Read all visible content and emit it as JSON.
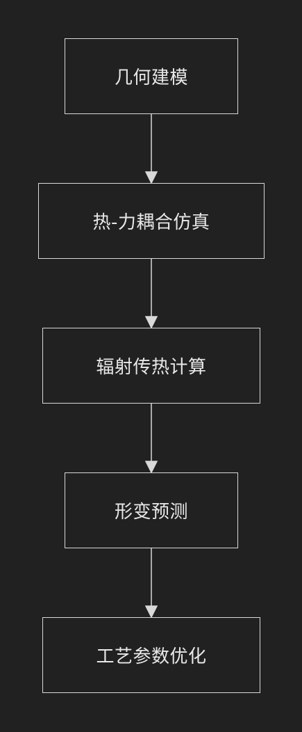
{
  "diagram": {
    "type": "flowchart",
    "direction": "top-to-bottom",
    "colors": {
      "background": "#212121",
      "node_border": "#d9d9d9",
      "node_text": "#e8e8e8",
      "edge": "#d9d9d9"
    },
    "nodes": [
      {
        "id": "n0",
        "label": "几何建模"
      },
      {
        "id": "n1",
        "label": "热-力耦合仿真"
      },
      {
        "id": "n2",
        "label": "辐射传热计算"
      },
      {
        "id": "n3",
        "label": "形变预测"
      },
      {
        "id": "n4",
        "label": "工艺参数优化"
      }
    ],
    "edges": [
      {
        "from": "n0",
        "to": "n1"
      },
      {
        "from": "n1",
        "to": "n2"
      },
      {
        "from": "n2",
        "to": "n3"
      },
      {
        "from": "n3",
        "to": "n4"
      }
    ]
  }
}
